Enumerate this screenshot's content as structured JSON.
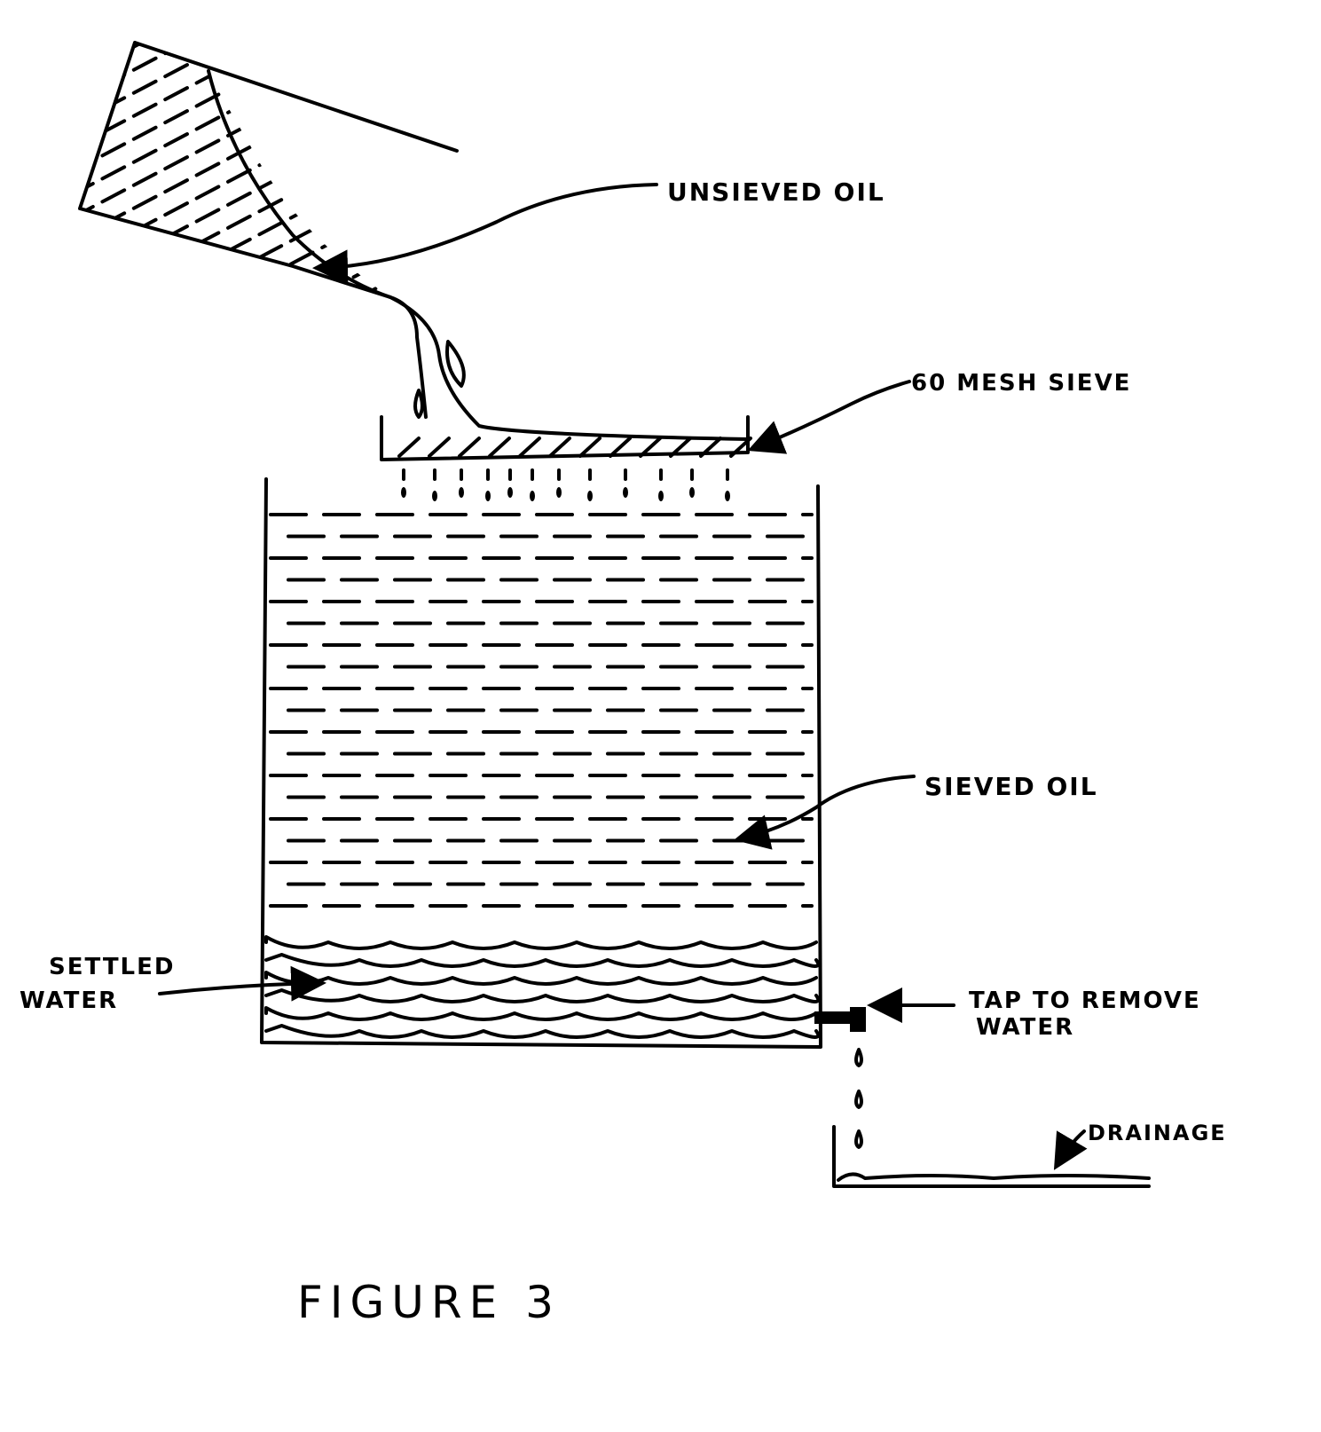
{
  "labels": {
    "unsieved_oil": "UNSIEVED OIL",
    "mesh_sieve": "60 MESH SIEVE",
    "sieved_oil": "SIEVED OIL",
    "settled_water_1": "SETTLED",
    "settled_water_2": "WATER",
    "tap_1": "TAP TO REMOVE",
    "tap_2": "WATER",
    "drainage": "DRAINAGE"
  },
  "caption": "FIGURE 3"
}
